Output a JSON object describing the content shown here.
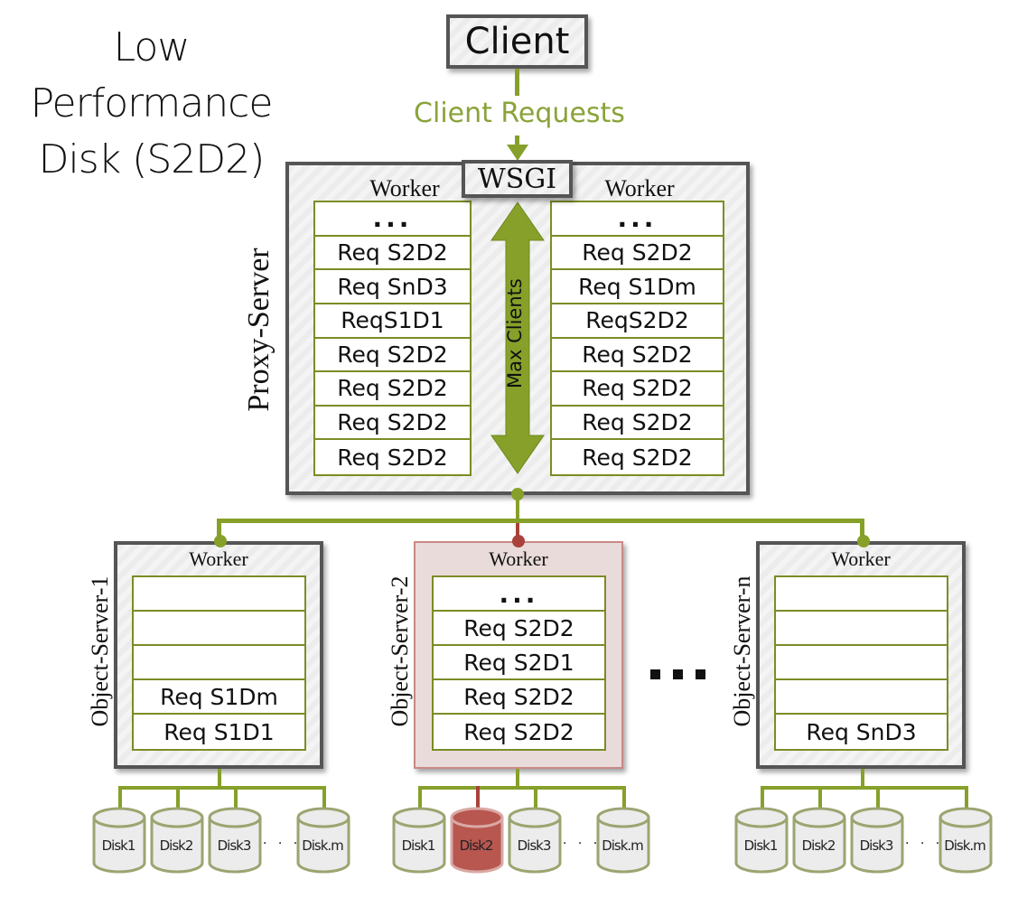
{
  "title": [
    "Low",
    "Performance",
    "Disk (S2D2)"
  ],
  "client": {
    "label": "Client"
  },
  "client_requests": "Client Requests",
  "proxy": {
    "label": "Proxy-Server",
    "wsgi": "WSGI",
    "max_clients": "Max Clients",
    "workers": [
      {
        "label": "Worker",
        "slots": [
          "...",
          "Req S2D2",
          "Req SnD3",
          "ReqS1D1",
          "Req S2D2",
          "Req S2D2",
          "Req S2D2",
          "Req S2D2"
        ]
      },
      {
        "label": "Worker",
        "slots": [
          "...",
          "Req S2D2",
          "Req S1Dm",
          "ReqS2D2",
          "Req S2D2",
          "Req S2D2",
          "Req S2D2",
          "Req S2D2"
        ]
      }
    ]
  },
  "object_servers": [
    {
      "label": "Object-Server-1",
      "worker": "Worker",
      "slots": [
        "",
        "",
        "",
        "Req S1Dm",
        "Req S1D1"
      ],
      "highlighted": false,
      "disks": [
        {
          "label": "Disk1",
          "slow": false
        },
        {
          "label": "Disk2",
          "slow": false
        },
        {
          "label": "Disk3",
          "slow": false
        },
        {
          "label": "Disk.m",
          "slow": false
        }
      ]
    },
    {
      "label": "Object-Server-2",
      "worker": "Worker",
      "slots": [
        "...",
        "Req S2D2",
        "Req S2D1",
        "Req S2D2",
        "Req S2D2"
      ],
      "highlighted": true,
      "disks": [
        {
          "label": "Disk1",
          "slow": false
        },
        {
          "label": "Disk2",
          "slow": true
        },
        {
          "label": "Disk3",
          "slow": false
        },
        {
          "label": "Disk.m",
          "slow": false
        }
      ]
    },
    {
      "label": "Object-Server-n",
      "worker": "Worker",
      "slots": [
        "",
        "",
        "",
        "",
        "Req SnD3"
      ],
      "highlighted": false,
      "disks": [
        {
          "label": "Disk1",
          "slow": false
        },
        {
          "label": "Disk2",
          "slow": false
        },
        {
          "label": "Disk3",
          "slow": false
        },
        {
          "label": "Disk.m",
          "slow": false
        }
      ]
    }
  ],
  "colors": {
    "accent_green": "#86a02a",
    "highlight_red": "#a8423a",
    "slow_disk": "#b85650"
  }
}
